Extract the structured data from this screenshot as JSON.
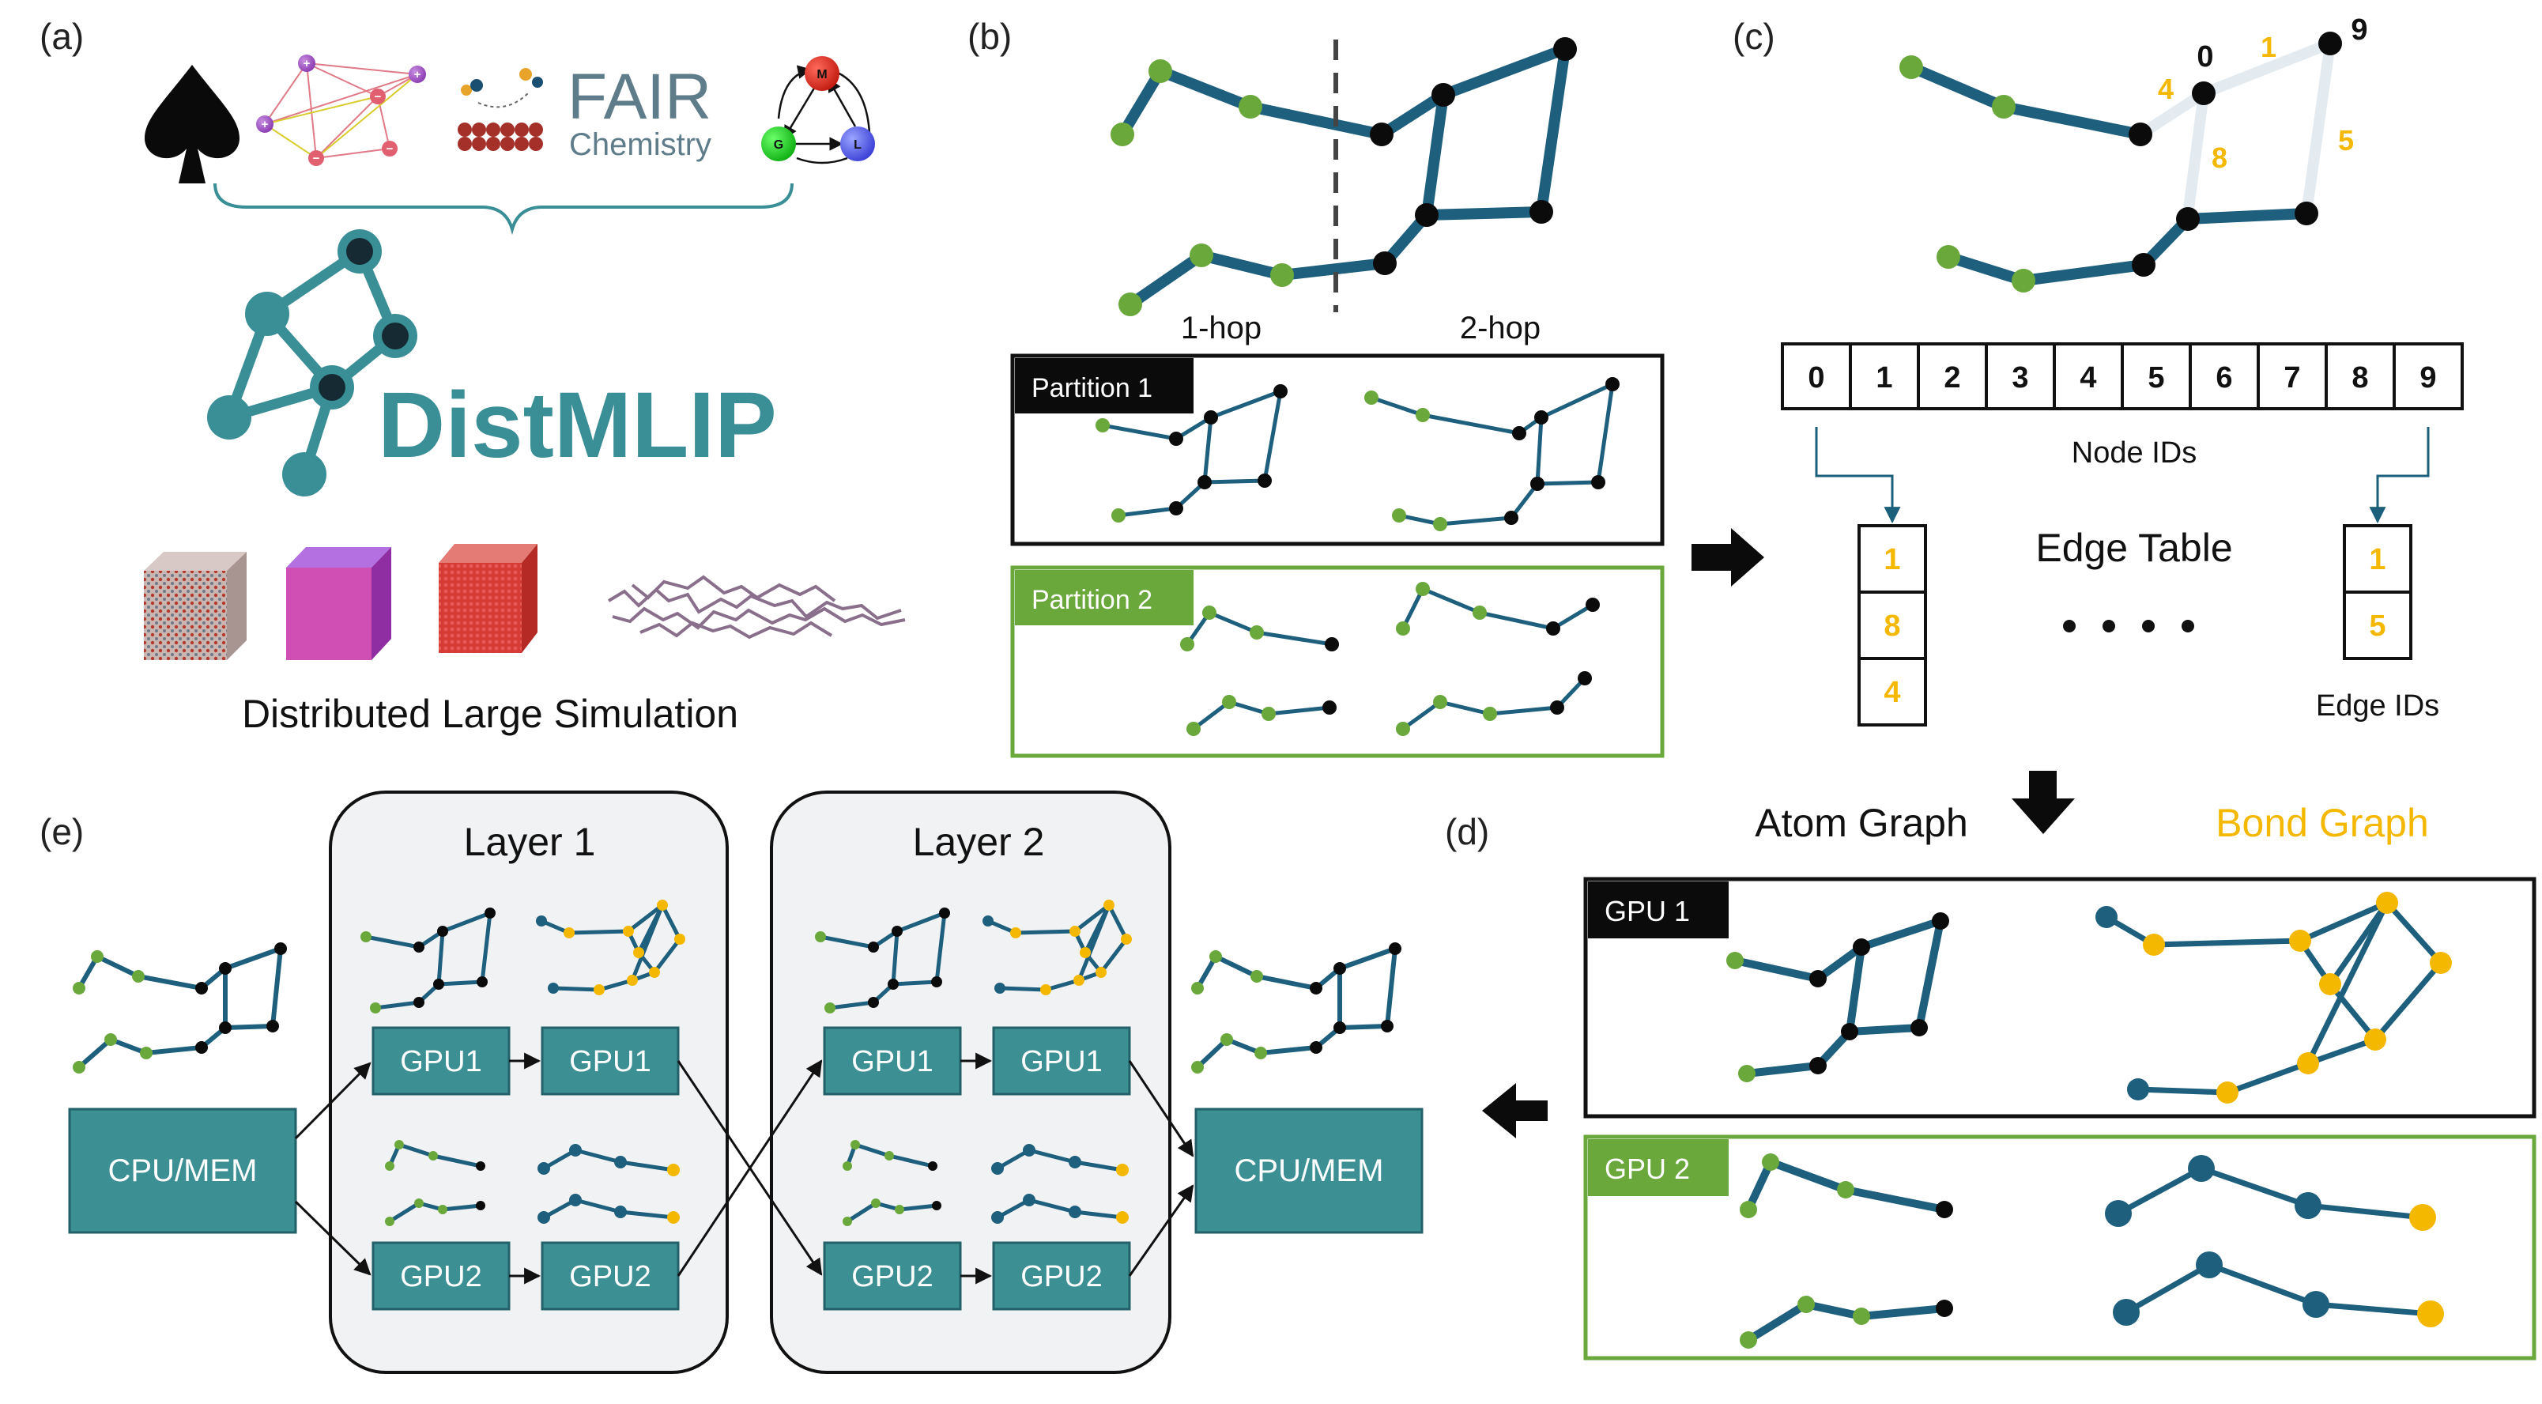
{
  "colors": {
    "teal": "#1b5f7a",
    "bond": "#1d5f7d",
    "green": "#6aa83c",
    "black": "#0b0b0b",
    "yellow": "#f5b800",
    "box_teal": "#3c8f93",
    "panel_gray": "#f1f2f3",
    "partition2_green": "#6aa83c",
    "logo_teal": "#3a8e95",
    "light_edge": "#e4ebf0"
  },
  "panel_a": {
    "label": "(a)",
    "fair_word": "FAIR",
    "fair_sub": "Chemistry",
    "mgl_labels": [
      "M",
      "G",
      "L"
    ],
    "logo_text": "DistMLIP",
    "caption": "Distributed Large Simulation"
  },
  "panel_b": {
    "label": "(b)",
    "hop1": "1-hop",
    "hop2": "2-hop",
    "partition1": "Partition 1",
    "partition2": "Partition 2"
  },
  "panel_c": {
    "label": "(c)",
    "top_node_labels": [
      "0",
      "9"
    ],
    "edge_numbers": [
      "4",
      "1",
      "8",
      "5"
    ],
    "node_ids": [
      "0",
      "1",
      "2",
      "3",
      "4",
      "5",
      "6",
      "7",
      "8",
      "9"
    ],
    "node_ids_label": "Node IDs",
    "edge_table_label": "Edge Table",
    "edge_col_0": [
      "1",
      "8",
      "4"
    ],
    "edge_col_9": [
      "1",
      "5"
    ],
    "edge_ids_label": "Edge IDs"
  },
  "panel_d": {
    "label": "(d)",
    "atom_graph": "Atom Graph",
    "bond_graph": "Bond Graph",
    "gpu1": "GPU 1",
    "gpu2": "GPU 2"
  },
  "panel_e": {
    "label": "(e)",
    "layer1": "Layer 1",
    "layer2": "Layer 2",
    "cpu_mem": "CPU/MEM",
    "gpu1": "GPU1",
    "gpu2": "GPU2"
  }
}
